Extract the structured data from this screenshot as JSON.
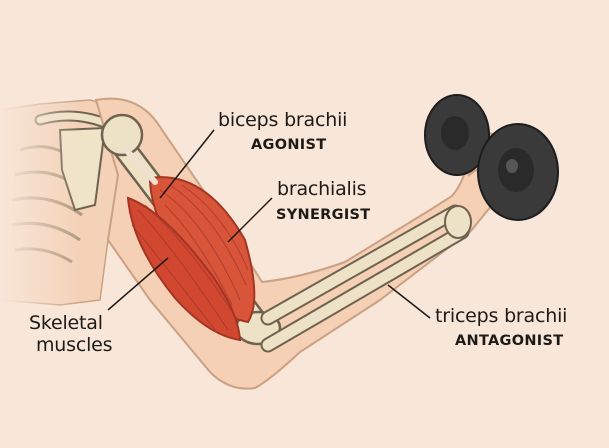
{
  "labels": {
    "biceps": {
      "name": "biceps brachii",
      "role": "AGONIST"
    },
    "brachialis": {
      "name": "brachialis",
      "role": "SYNERGIST"
    },
    "skeletal": {
      "line1": "Skeletal",
      "line2": "muscles"
    },
    "triceps": {
      "name": "triceps brachii",
      "role": "ANTAGONIST"
    }
  },
  "colors": {
    "background": "#f8e6d8",
    "skin": "#f6d0b4",
    "skin_outline": "#caa184",
    "muscle": "#d9553a",
    "muscle_dark": "#a33525",
    "bone": "#eee2c6",
    "bone_outline": "#6e6250",
    "dumbbell": "#3a3a3a"
  },
  "icons": {
    "dumbbell": "dumbbell-icon"
  }
}
